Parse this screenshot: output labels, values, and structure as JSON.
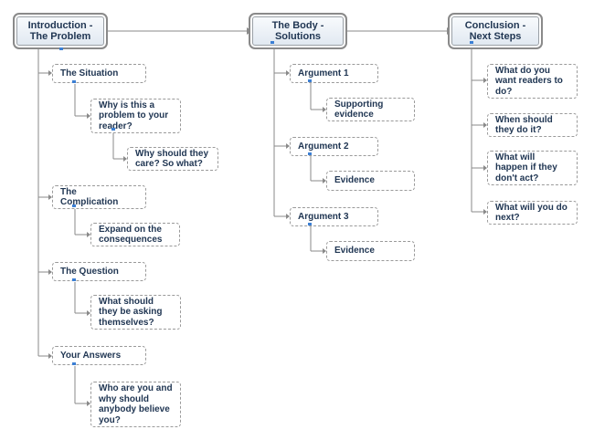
{
  "colors": {
    "line": "#8a8a8a",
    "text": "#1f3552",
    "main_fill": "#dfe7f0",
    "marker": "#3b7fd4"
  },
  "topics": {
    "intro": "Introduction - The Problem",
    "body": "The Body - Solutions",
    "conclusion": "Conclusion - Next Steps"
  },
  "intro": {
    "situation": "The Situation",
    "why_problem": "Why is this a problem to your reader?",
    "why_care": "Why should they care? So what?",
    "complication": "The Complication",
    "expand": "Expand on the consequences",
    "question": "The Question",
    "asking": "What should they be asking themselves?",
    "answers": "Your Answers",
    "who": "Who are you and why should anybody believe you?"
  },
  "body": {
    "arg1": "Argument 1",
    "supporting": "Supporting evidence",
    "arg2": "Argument 2",
    "evidence2": "Evidence",
    "arg3": "Argument 3",
    "evidence3": "Evidence"
  },
  "conclusion": {
    "want": "What do you want readers to do?",
    "when": "When should they do it?",
    "happen": "What will happen if they don't act?",
    "next": "What will you do next?"
  }
}
